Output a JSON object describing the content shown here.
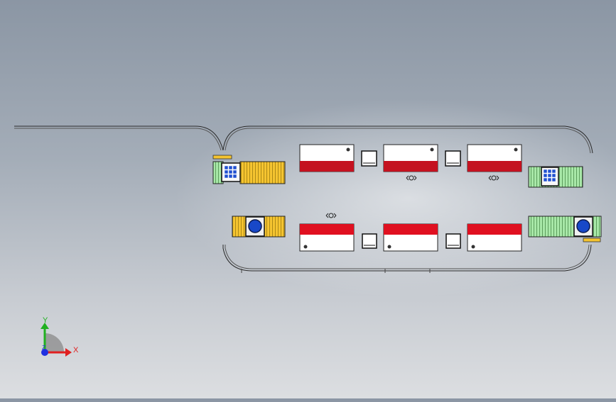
{
  "triad": {
    "x_label": "X",
    "y_label": "Y",
    "z_label": "Z"
  },
  "colors": {
    "machine_red": "#c41220",
    "machine_body": "#ffffff",
    "conveyor_yellow": "#f5c430",
    "conveyor_green": "#a8e8a8",
    "robot_blue": "#1848c8",
    "rail": "#2a2a2a",
    "axis_x": "#e02020",
    "axis_y": "#20b020",
    "axis_z": "#2030e0"
  }
}
